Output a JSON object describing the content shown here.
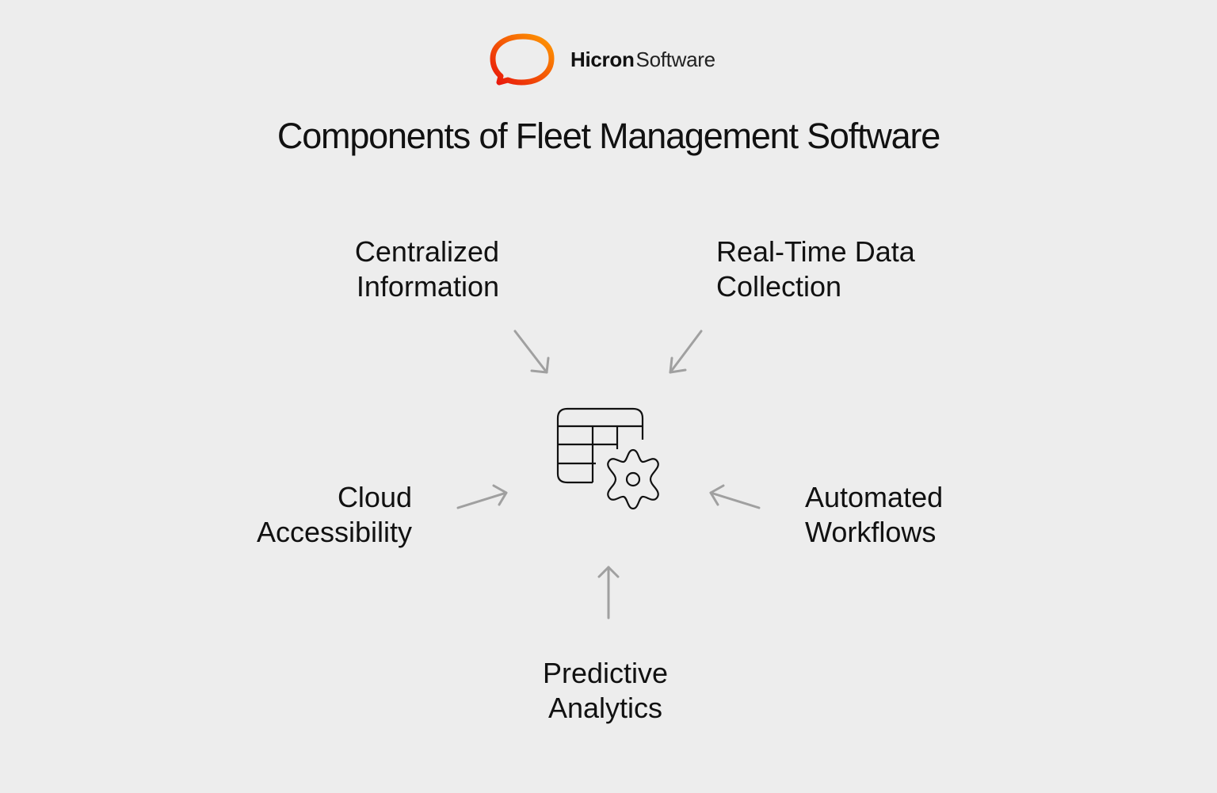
{
  "brand": {
    "name_bold": "Hicron",
    "name_light": "Software",
    "logo_icon": "speech-bubble-ring-icon",
    "logo_colors": [
      "#ff8a00",
      "#e8200c"
    ]
  },
  "diagram": {
    "title": "Components of Fleet Management Software",
    "center_icon": "table-with-gear-icon",
    "arrow_color": "#a0a0a0",
    "components": [
      {
        "id": "centralized",
        "line1": "Centralized",
        "line2": "Information",
        "position": "top-left"
      },
      {
        "id": "realtime",
        "line1": "Real-Time Data",
        "line2": "Collection",
        "position": "top-right"
      },
      {
        "id": "cloud",
        "line1": "Cloud",
        "line2": "Accessibility",
        "position": "left"
      },
      {
        "id": "automated",
        "line1": "Automated",
        "line2": "Workflows",
        "position": "right"
      },
      {
        "id": "predictive",
        "line1": "Predictive",
        "line2": "Analytics",
        "position": "bottom"
      }
    ]
  }
}
